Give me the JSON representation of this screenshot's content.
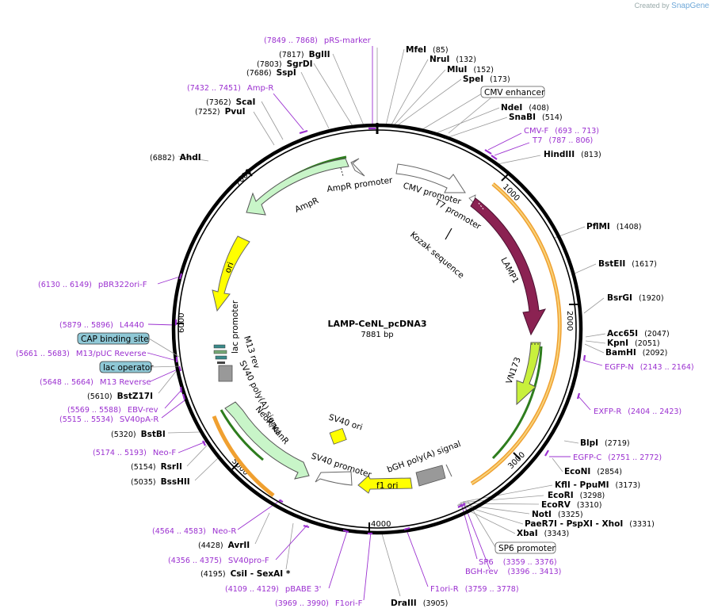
{
  "credit": {
    "prefix": "Created by",
    "brand": "SnapGene"
  },
  "plasmid": {
    "name": "LAMP-CeNL_pcDNA3",
    "length": "7881 bp"
  },
  "ticks": [
    "1000",
    "2000",
    "3000",
    "4000",
    "5000",
    "6000",
    "7000"
  ],
  "features": [
    {
      "label": "AmpR promoter"
    },
    {
      "label": "AmpR"
    },
    {
      "label": "CMV promoter"
    },
    {
      "label": "T7 promoter"
    },
    {
      "label": "Kozak sequence"
    },
    {
      "label": "LAMP1"
    },
    {
      "label": "VN173"
    },
    {
      "label": "ori"
    },
    {
      "label": "lac promoter"
    },
    {
      "label": "M13 rev"
    },
    {
      "label": "SV40 poly(A) signal"
    },
    {
      "label": "NeoR/KanR"
    },
    {
      "label": "SV40 ori"
    },
    {
      "label": "SV40 promoter"
    },
    {
      "label": "f1 ori"
    },
    {
      "label": "bGH poly(A) signal"
    }
  ],
  "enzymes": [
    {
      "name": "MfeI",
      "pos": "(85)"
    },
    {
      "name": "NruI",
      "pos": "(132)"
    },
    {
      "name": "MluI",
      "pos": "(152)"
    },
    {
      "name": "SpeI",
      "pos": "(173)"
    },
    {
      "name": "NdeI",
      "pos": "(408)"
    },
    {
      "name": "SnaBI",
      "pos": "(514)"
    },
    {
      "name": "HindIII",
      "pos": "(813)"
    },
    {
      "name": "PflMI",
      "pos": "(1408)"
    },
    {
      "name": "BstEII",
      "pos": "(1617)"
    },
    {
      "name": "BsrGI",
      "pos": "(1920)"
    },
    {
      "name": "Acc65I",
      "pos": "(2047)"
    },
    {
      "name": "KpnI",
      "pos": "(2051)"
    },
    {
      "name": "BamHI",
      "pos": "(2092)"
    },
    {
      "name": "BlpI",
      "pos": "(2719)"
    },
    {
      "name": "EcoNI",
      "pos": "(2854)"
    },
    {
      "name": "KflI - PpuMI",
      "pos": "(3173)"
    },
    {
      "name": "EcoRI",
      "pos": "(3298)"
    },
    {
      "name": "EcoRV",
      "pos": "(3310)"
    },
    {
      "name": "NotI",
      "pos": "(3325)"
    },
    {
      "name": "PaeR7I - PspXI - XhoI",
      "pos": "(3331)"
    },
    {
      "name": "XbaI",
      "pos": "(3343)"
    },
    {
      "name": "DraIII",
      "pos": "(3905)"
    },
    {
      "name": "CsiI - SexAI *",
      "pos": "(4195)"
    },
    {
      "name": "AvrII",
      "pos": "(4428)"
    },
    {
      "name": "BssHII",
      "pos": "(5035)"
    },
    {
      "name": "RsrII",
      "pos": "(5154)"
    },
    {
      "name": "BstBI",
      "pos": "(5320)"
    },
    {
      "name": "BstZ17I",
      "pos": "(5610)"
    },
    {
      "name": "AhdI",
      "pos": "(6882)"
    },
    {
      "name": "PvuI",
      "pos": "(7252)"
    },
    {
      "name": "ScaI",
      "pos": "(7362)"
    },
    {
      "name": "SspI",
      "pos": "(7686)"
    },
    {
      "name": "SgrDI",
      "pos": "(7803)"
    },
    {
      "name": "BglII",
      "pos": "(7817)"
    }
  ],
  "primers": [
    {
      "name": "pRS-marker",
      "range": "(7849 .. 7868)"
    },
    {
      "name": "Amp-R",
      "range": "(7432 .. 7451)"
    },
    {
      "name": "CMV-F",
      "range": "(693 .. 713)"
    },
    {
      "name": "T7",
      "range": "(787 .. 806)"
    },
    {
      "name": "EGFP-N",
      "range": "(2143 .. 2164)"
    },
    {
      "name": "EXFP-R",
      "range": "(2404 .. 2423)"
    },
    {
      "name": "EGFP-C",
      "range": "(2751 .. 2772)"
    },
    {
      "name": "SP6",
      "range": "(3359 .. 3376)"
    },
    {
      "name": "BGH-rev",
      "range": "(3396 .. 3413)"
    },
    {
      "name": "F1ori-R",
      "range": "(3759 .. 3778)"
    },
    {
      "name": "F1ori-F",
      "range": "(3969 .. 3990)"
    },
    {
      "name": "pBABE 3'",
      "range": "(4109 .. 4129)"
    },
    {
      "name": "SV40pro-F",
      "range": "(4356 .. 4375)"
    },
    {
      "name": "Neo-R",
      "range": "(4564 .. 4583)"
    },
    {
      "name": "Neo-F",
      "range": "(5174 .. 5193)"
    },
    {
      "name": "SV40pA-R",
      "range": "(5515 .. 5534)"
    },
    {
      "name": "EBV-rev",
      "range": "(5569 .. 5588)"
    },
    {
      "name": "M13 Reverse",
      "range": "(5648 .. 5664)"
    },
    {
      "name": "M13/pUC Reverse",
      "range": "(5661 .. 5683)"
    },
    {
      "name": "L4440",
      "range": "(5879 .. 5896)"
    },
    {
      "name": "pBR322ori-F",
      "range": "(6130 .. 6149)"
    }
  ],
  "boxed": [
    {
      "label": "CMV enhancer"
    },
    {
      "label": "SP6 promoter"
    },
    {
      "label": "CAP binding site"
    },
    {
      "label": "lac operator"
    }
  ],
  "colors": {
    "primer": "#9b30d0",
    "lamp1": "#8b2252",
    "vn173": "#c8f03c",
    "ori": "#ffff00",
    "neo": "#c8f5c8",
    "amp": "#c8f5c8",
    "backbone": "#000000"
  }
}
